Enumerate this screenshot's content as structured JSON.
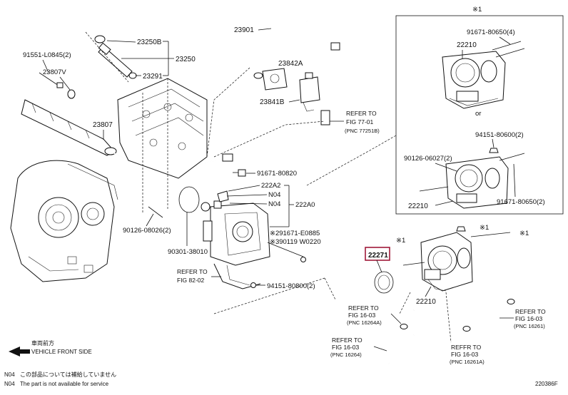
{
  "callouts": {
    "p23250B": "23250B",
    "p23250": "23250",
    "p23291": "23291",
    "p91551": "91551-L0845(2)",
    "p23807V": "23807V",
    "p23807": "23807",
    "p23901": "23901",
    "p23842A": "23842A",
    "p23841B": "23841B",
    "p91671_80820": "91671-80820",
    "p222A2": "222A2",
    "n04a": "N04",
    "n04b": "N04",
    "p222A0": "222A0",
    "p291671": "※291671-E0885",
    "p390119": "※390119 W0220",
    "p90126_08026": "90126-08026(2)",
    "p90301": "90301-38010",
    "p94151_80800": "94151-80800(2)",
    "p22271": "22271",
    "p22210_main": "22210",
    "star1_main": "※1",
    "star1_small": "※1",
    "star1_small2": "※1"
  },
  "inset": {
    "star": "※1",
    "p22210_top": "22210",
    "p91671_80650_4": "91671-80650(4)",
    "or_label": "or",
    "p94151_80600": "94151-80600(2)",
    "p90126_06027": "90126-06027(2)",
    "p22210_bottom": "22210",
    "p91671_80650_2": "91671-80650(2)"
  },
  "refs": {
    "fig77": {
      "refer": "REFER TO",
      "fig": "FIG 77-01",
      "pnc": "(PNC 77251B)"
    },
    "fig82": {
      "refer": "REFER TO",
      "fig": "FIG 82-02"
    },
    "fig16a": {
      "refer": "REFER TO",
      "fig": "FIG 16-03",
      "pnc": "(PNC 16264A)"
    },
    "fig16b": {
      "refer": "REFER TO",
      "fig": "FIG 16-03",
      "pnc": "(PNC 16264)"
    },
    "fig16c": {
      "refer": "REFER TO",
      "fig": "FIG 16-03",
      "pnc": "(PNC 16261)"
    },
    "fig16d": {
      "refer": "REFFR TO",
      "fig": "FIG 16-03",
      "pnc": "(PNC 16261A)"
    }
  },
  "front": {
    "jp": "車両前方",
    "en": "VEHICLE FRONT SIDE"
  },
  "notes": {
    "n1_code": "N04",
    "n1_text": "この部品については補給していません",
    "n2_code": "N04",
    "n2_text": "The part is not available for service"
  },
  "drawing_id": "220386F"
}
